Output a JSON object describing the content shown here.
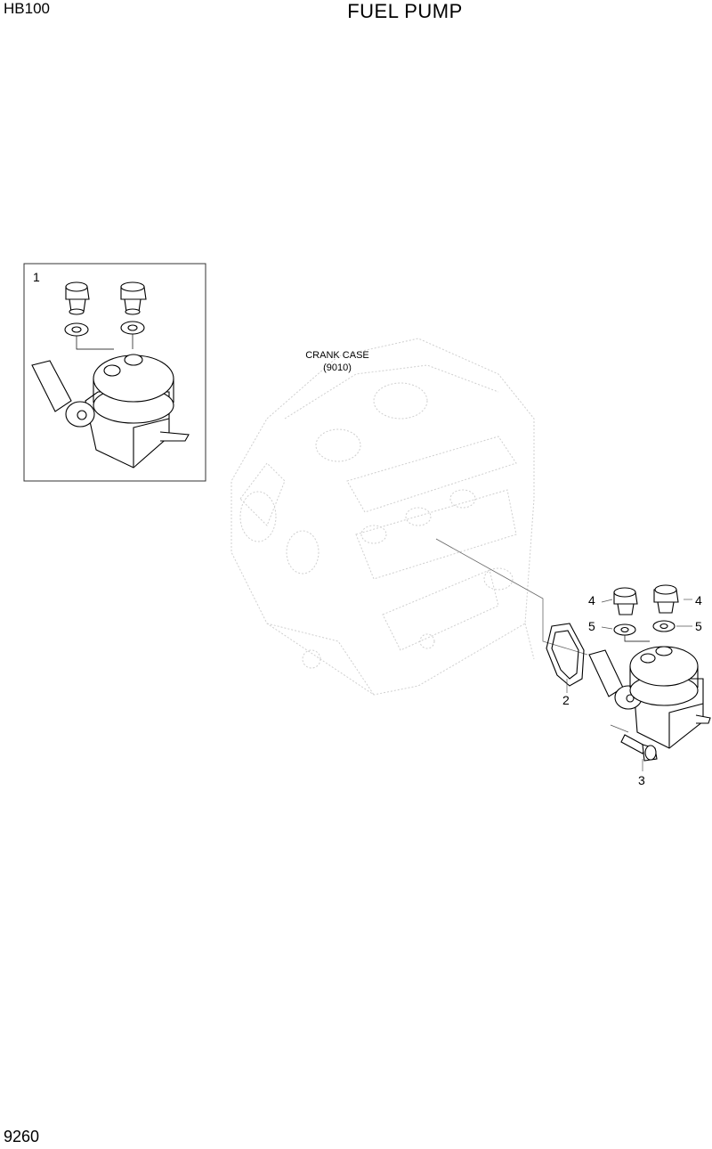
{
  "header": {
    "model": "HB100",
    "title": "FUEL PUMP"
  },
  "footer": {
    "page_number": "9260"
  },
  "reference": {
    "name": "CRANK CASE",
    "code": "(9010)"
  },
  "callouts": {
    "assembly": "1",
    "gasket": "2",
    "bolt": "3",
    "connector_left": "4",
    "connector_right": "4",
    "washer_left": "5",
    "washer_right": "5"
  },
  "colors": {
    "line": "#000000",
    "ghost": "#c8c8c8",
    "leader": "#555555"
  }
}
